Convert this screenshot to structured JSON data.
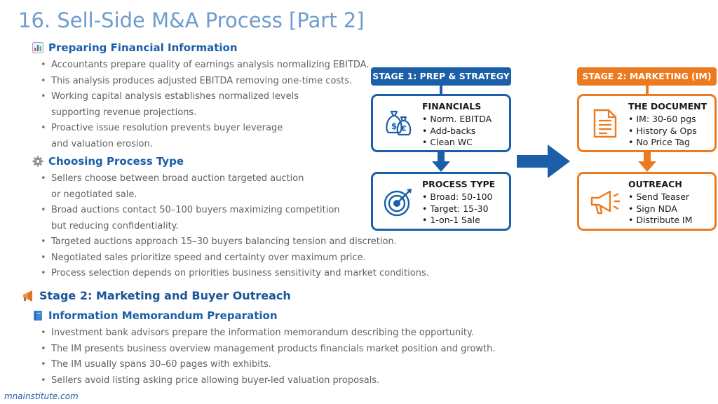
{
  "title": "16. Sell-Side M&A Process [Part 2]",
  "sections": {
    "financial": {
      "heading": "Preparing Financial Information",
      "bullets": [
        "Accountants prepare quality of earnings analysis normalizing EBITDA.",
        "This analysis produces adjusted EBITDA removing one-time costs.",
        "Working capital analysis establishes normalized levels\nsupporting revenue projections.",
        "Proactive issue resolution prevents buyer leverage\nand valuation erosion."
      ]
    },
    "process": {
      "heading": "Choosing Process Type",
      "bullets": [
        "Sellers choose between broad auction targeted auction\nor negotiated sale.",
        "Broad auctions contact 50–100 buyers maximizing competition\nbut reducing confidentiality.",
        "Targeted auctions approach 15–30 buyers balancing tension and discretion.",
        "Negotiated sales prioritize speed and certainty over maximum price.",
        "Process selection depends on priorities business sensitivity and market conditions."
      ]
    },
    "stage2": {
      "heading": "Stage 2: Marketing and Buyer Outreach"
    },
    "im": {
      "heading": "Information Memorandum Preparation",
      "bullets": [
        "Investment bank advisors prepare the information memorandum describing the opportunity.",
        "The IM presents business overview management products financials market position and growth.",
        "The IM usually spans 30–60 pages with exhibits.",
        "Sellers avoid listing asking price allowing buyer-led valuation proposals."
      ]
    }
  },
  "diagram": {
    "stage1": {
      "header": "STAGE 1: PREP & STRATEGY",
      "color": "#1a5fa8",
      "cards": [
        {
          "title": "FINANCIALS",
          "items": [
            "Norm. EBITDA",
            "Add-backs",
            "Clean WC"
          ],
          "icon": "money-bags-icon"
        },
        {
          "title": "PROCESS TYPE",
          "items": [
            "Broad: 50-100",
            "Target: 15-30",
            "1-on-1 Sale"
          ],
          "icon": "target-icon"
        }
      ]
    },
    "stage2": {
      "header": "STAGE 2: MARKETING (IM)",
      "color": "#ec7b1f",
      "cards": [
        {
          "title": "THE DOCUMENT",
          "items": [
            "IM: 30-60 pgs",
            "History & Ops",
            "No Price Tag"
          ],
          "icon": "document-icon"
        },
        {
          "title": "OUTREACH",
          "items": [
            "Send Teaser",
            "Sign NDA",
            "Distribute IM"
          ],
          "icon": "megaphone-icon"
        }
      ]
    }
  },
  "footer": "mnainstitute.com"
}
